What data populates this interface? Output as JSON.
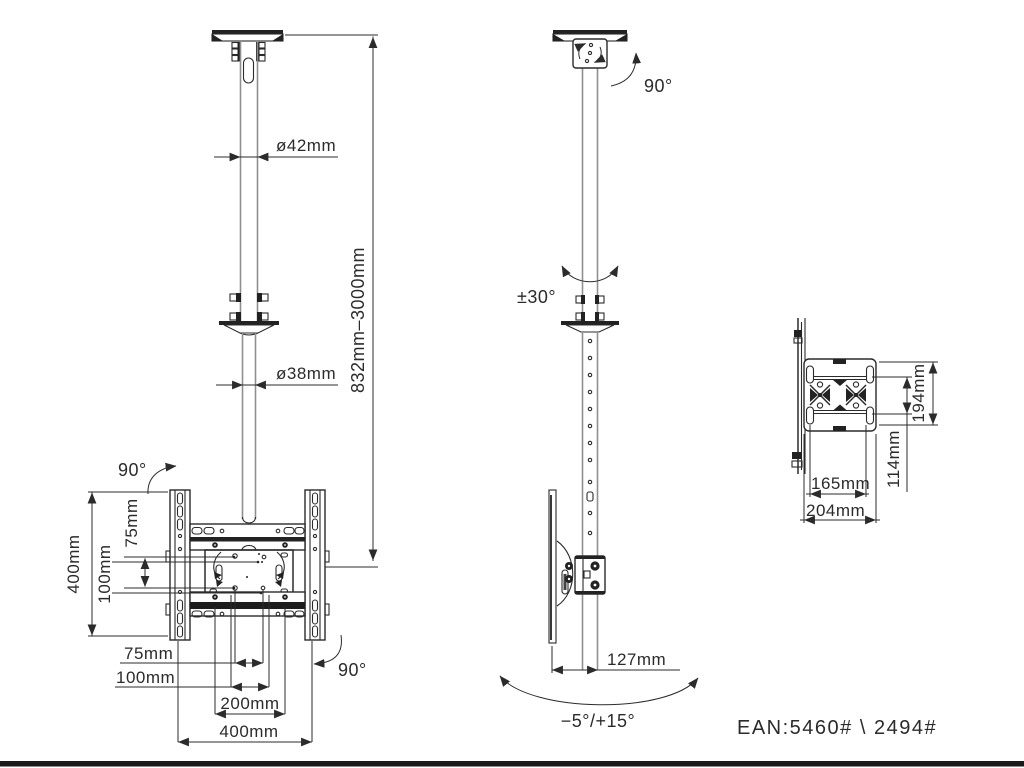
{
  "page": {
    "background": "#ffffff",
    "line_color": "#2b2b2b",
    "pole_color": "#8f8f8f",
    "footer_bar_color": "#1a1a1a"
  },
  "front_view": {
    "pole_upper_diameter": "ø42mm",
    "pole_lower_diameter": "ø38mm",
    "drop_height_range": "832mm–3000mm",
    "bracket_height": "400mm",
    "vesa_vertical_75": "75mm",
    "vesa_vertical_100": "100mm",
    "rotation_top": "90°",
    "rotation_bottom": "90°",
    "vesa_horizontal_75": "75mm",
    "vesa_horizontal_100": "100mm",
    "vesa_horizontal_200": "200mm",
    "bracket_width": "400mm"
  },
  "side_view": {
    "rotation_top": "90°",
    "pole_swivel": "±30°",
    "depth": "127mm",
    "tilt_range": "−5°/+15°"
  },
  "detail_view": {
    "outer_height": "194mm",
    "inner_height": "114mm",
    "inner_width": "165mm",
    "outer_width": "204mm"
  },
  "footer": {
    "ean": "EAN:5460# \\ 2494#"
  }
}
